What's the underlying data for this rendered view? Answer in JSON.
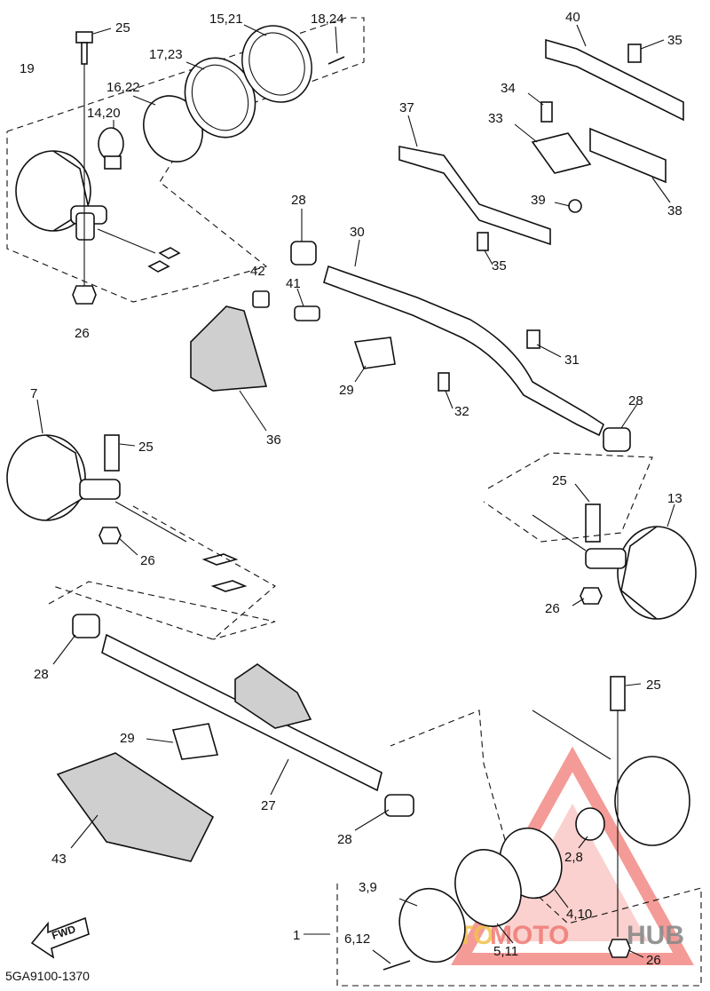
{
  "diagram": {
    "code": "5GA9100-1370",
    "fwd_label": "FWD",
    "watermark": {
      "part_a": "AUTO",
      "part_b": "MOTO",
      "part_c": "HUB",
      "color_a": "#f2c14a",
      "color_b": "#f07a74",
      "color_c": "#8a8a8a"
    },
    "callouts": {
      "c_25_top": "25",
      "c_15_21": "15,21",
      "c_18_24": "18,24",
      "c_19": "19",
      "c_17_23": "17,23",
      "c_16_22": "16,22",
      "c_14_20": "14,20",
      "c_26_top": "26",
      "c_40": "40",
      "c_35_top": "35",
      "c_34": "34",
      "c_37": "37",
      "c_33": "33",
      "c_39": "39",
      "c_38": "38",
      "c_28_a": "28",
      "c_30": "30",
      "c_35_mid": "35",
      "c_42": "42",
      "c_41": "41",
      "c_31": "31",
      "c_29_a": "29",
      "c_32": "32",
      "c_36": "36",
      "c_28_b": "28",
      "c_7": "7",
      "c_25_left": "25",
      "c_26_left": "26",
      "c_25_right": "25",
      "c_13": "13",
      "c_26_right": "26",
      "c_28_c": "28",
      "c_29_b": "29",
      "c_27": "27",
      "c_28_d": "28",
      "c_43": "43",
      "c_25_low": "25",
      "c_2_8": "2,8",
      "c_3_9": "3,9",
      "c_4_10": "4,10",
      "c_1": "1",
      "c_6_12": "6,12",
      "c_5_11": "5,11",
      "c_26_low": "26"
    }
  }
}
